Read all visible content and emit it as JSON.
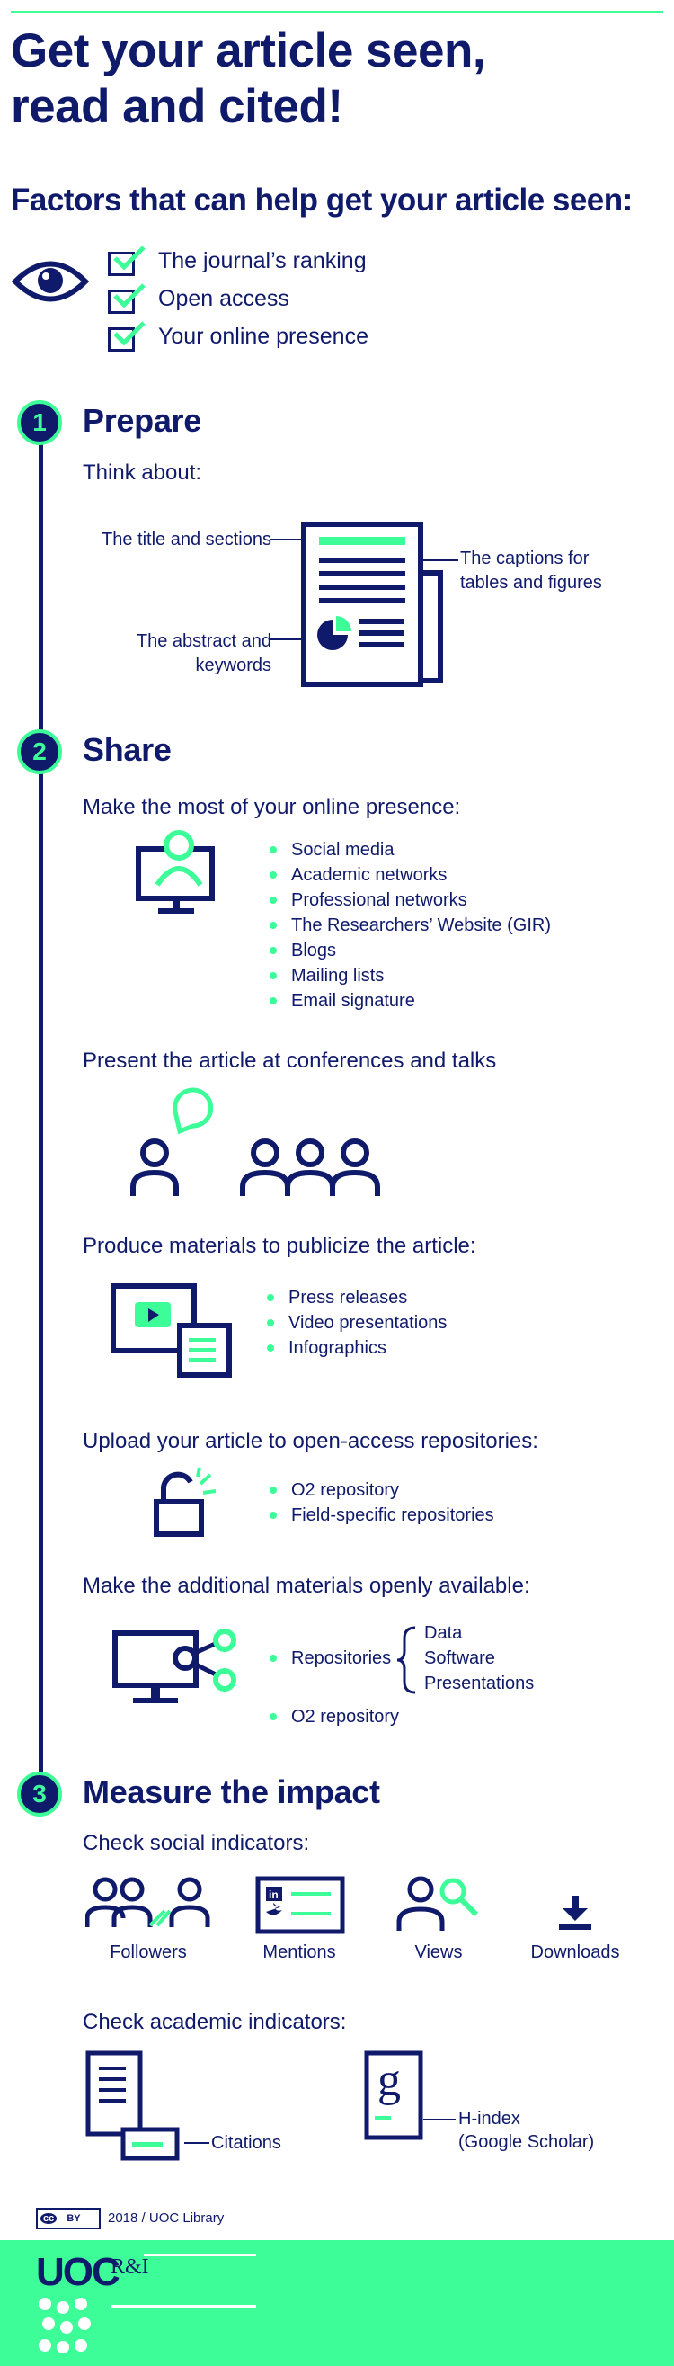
{
  "header": {
    "title_line1": "Get your article seen,",
    "title_line2": "read and cited!",
    "subtitle": "Factors that can help get your article seen:",
    "factors": [
      "The journal’s ranking",
      "Open access",
      "Your online presence"
    ]
  },
  "steps": {
    "prepare": {
      "number": "1",
      "title": "Prepare",
      "intro": "Think about:",
      "label_title": "The title and sections",
      "label_abstract_1": "The abstract and",
      "label_abstract_2": "keywords",
      "label_captions_1": "The captions for",
      "label_captions_2": "tables and figures"
    },
    "share": {
      "number": "2",
      "title": "Share",
      "online_heading": "Make the most of your online presence:",
      "online_items": [
        "Social media",
        "Academic networks",
        "Professional networks",
        "The Researchers’ Website (GIR)",
        "Blogs",
        "Mailing lists",
        "Email signature"
      ],
      "conferences_heading": "Present the article at conferences and talks",
      "materials_heading": "Produce materials to publicize the article:",
      "materials_items": [
        "Press releases",
        "Video presentations",
        "Infographics"
      ],
      "repos_heading": "Upload your article to open-access repositories:",
      "repos_items": [
        "O2 repository",
        "Field-specific repositories"
      ],
      "additional_heading": "Make the additional materials openly available:",
      "additional_repositories": "Repositories",
      "additional_sub": [
        "Data",
        "Software",
        "Presentations"
      ],
      "additional_o2": "O2 repository"
    },
    "measure": {
      "number": "3",
      "title": "Measure the impact",
      "social_heading": "Check social indicators:",
      "social_items": [
        "Followers",
        "Mentions",
        "Views",
        "Downloads"
      ],
      "academic_heading": "Check academic indicators:",
      "citations": "Citations",
      "hindex_1": "H-index",
      "hindex_2": "(Google Scholar)",
      "scholar_letter": "g"
    }
  },
  "credits": {
    "license_badge": "cc",
    "license_badge_sub": "BY",
    "text": "2018 / UOC Library"
  },
  "footer": {
    "logo_text": "UOC",
    "unit_text": "R&I"
  },
  "colors": {
    "navy": "#101a6a",
    "green": "#3dfd98"
  }
}
